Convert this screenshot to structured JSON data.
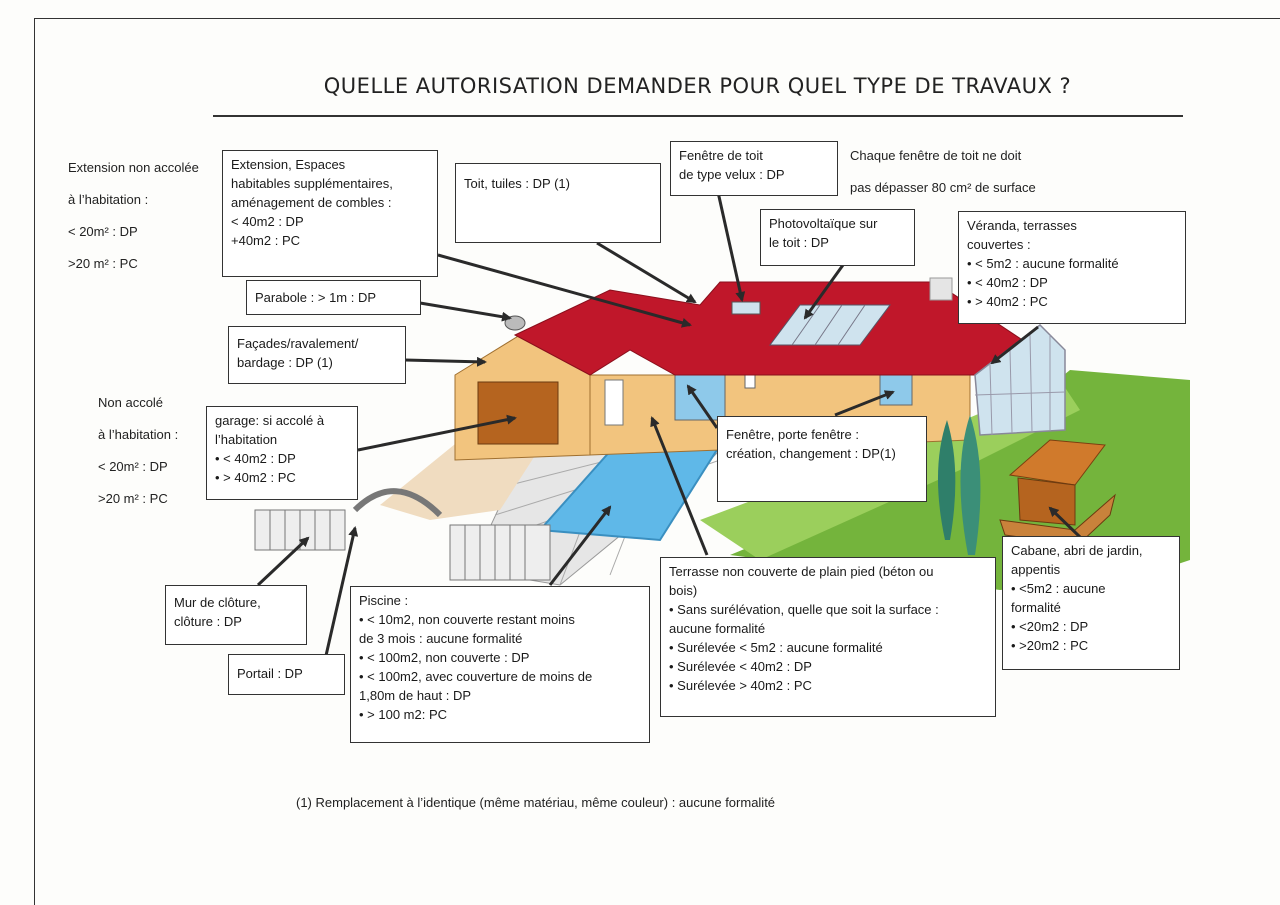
{
  "title": "QUELLE AUTORISATION DEMANDER POUR QUEL TYPE DE TRAVAUX ?",
  "notes": {
    "extension_detached": [
      "Extension non accolée",
      "à l’habitation :",
      "< 20m² : DP",
      ">20 m² : PC"
    ],
    "detached": [
      "Non accolé",
      "à l’habitation :",
      "< 20m² : DP",
      ">20 m² : PC"
    ],
    "roof_window_rule": [
      "Chaque fenêtre de toit ne doit",
      "pas dépasser 80 cm² de surface"
    ]
  },
  "boxes": {
    "extension": [
      "Extension, Espaces",
      "habitables supplémentaires,",
      "aménagement de combles :",
      "< 40m2 : DP",
      "+40m2 : PC"
    ],
    "toit": [
      "Toit, tuiles : DP (1)"
    ],
    "velux": [
      "Fenêtre de toit",
      "de type velux : DP"
    ],
    "photovoltaique": [
      "Photovoltaïque sur",
      "le toit : DP"
    ],
    "veranda": [
      "Véranda, terrasses",
      "couvertes :",
      "• < 5m2 : aucune formalité",
      "• < 40m2 : DP",
      "• > 40m2 : PC"
    ],
    "parabole": [
      "Parabole : > 1m : DP"
    ],
    "facades": [
      "Façades/ravalement/",
      "bardage : DP (1)"
    ],
    "garage": [
      "garage: si accolé à",
      "l’habitation",
      "• < 40m2 : DP",
      "• > 40m2 : PC"
    ],
    "fenetre": [
      "Fenêtre, porte fenêtre :",
      "création, changement : DP(1)"
    ],
    "cabane": [
      "Cabane, abri de jardin,",
      "appentis",
      "• <5m2 : aucune",
      "formalité",
      "• <20m2 : DP",
      "• >20m2 : PC"
    ],
    "mur": [
      "Mur de clôture,",
      "clôture : DP"
    ],
    "portail": [
      "Portail : DP"
    ],
    "piscine": [
      "Piscine :",
      "• < 10m2, non couverte restant moins",
      "de 3 mois : aucune formalité",
      "• < 100m2, non couverte : DP",
      "• < 100m2, avec couverture de moins de",
      "1,80m de haut : DP",
      "• > 100 m2: PC"
    ],
    "terrasse": [
      "Terrasse non couverte de plain pied (béton ou",
      "bois)",
      "• Sans surélévation, quelle que soit la surface :",
      "aucune formalité",
      "• Surélevée < 5m2 : aucune formalité",
      "• Surélevée < 40m2 : DP",
      "• Surélevée > 40m2 : PC"
    ]
  },
  "footnote": "(1) Remplacement à l’identique (même matériau, même couleur) : aucune formalité",
  "colors": {
    "roof": "#c0172a",
    "wall": "#f2c47e",
    "lawn": "#74b43c",
    "pool": "#5fb8e8",
    "veranda": "#cfe3ee",
    "wood": "#b5641f"
  }
}
